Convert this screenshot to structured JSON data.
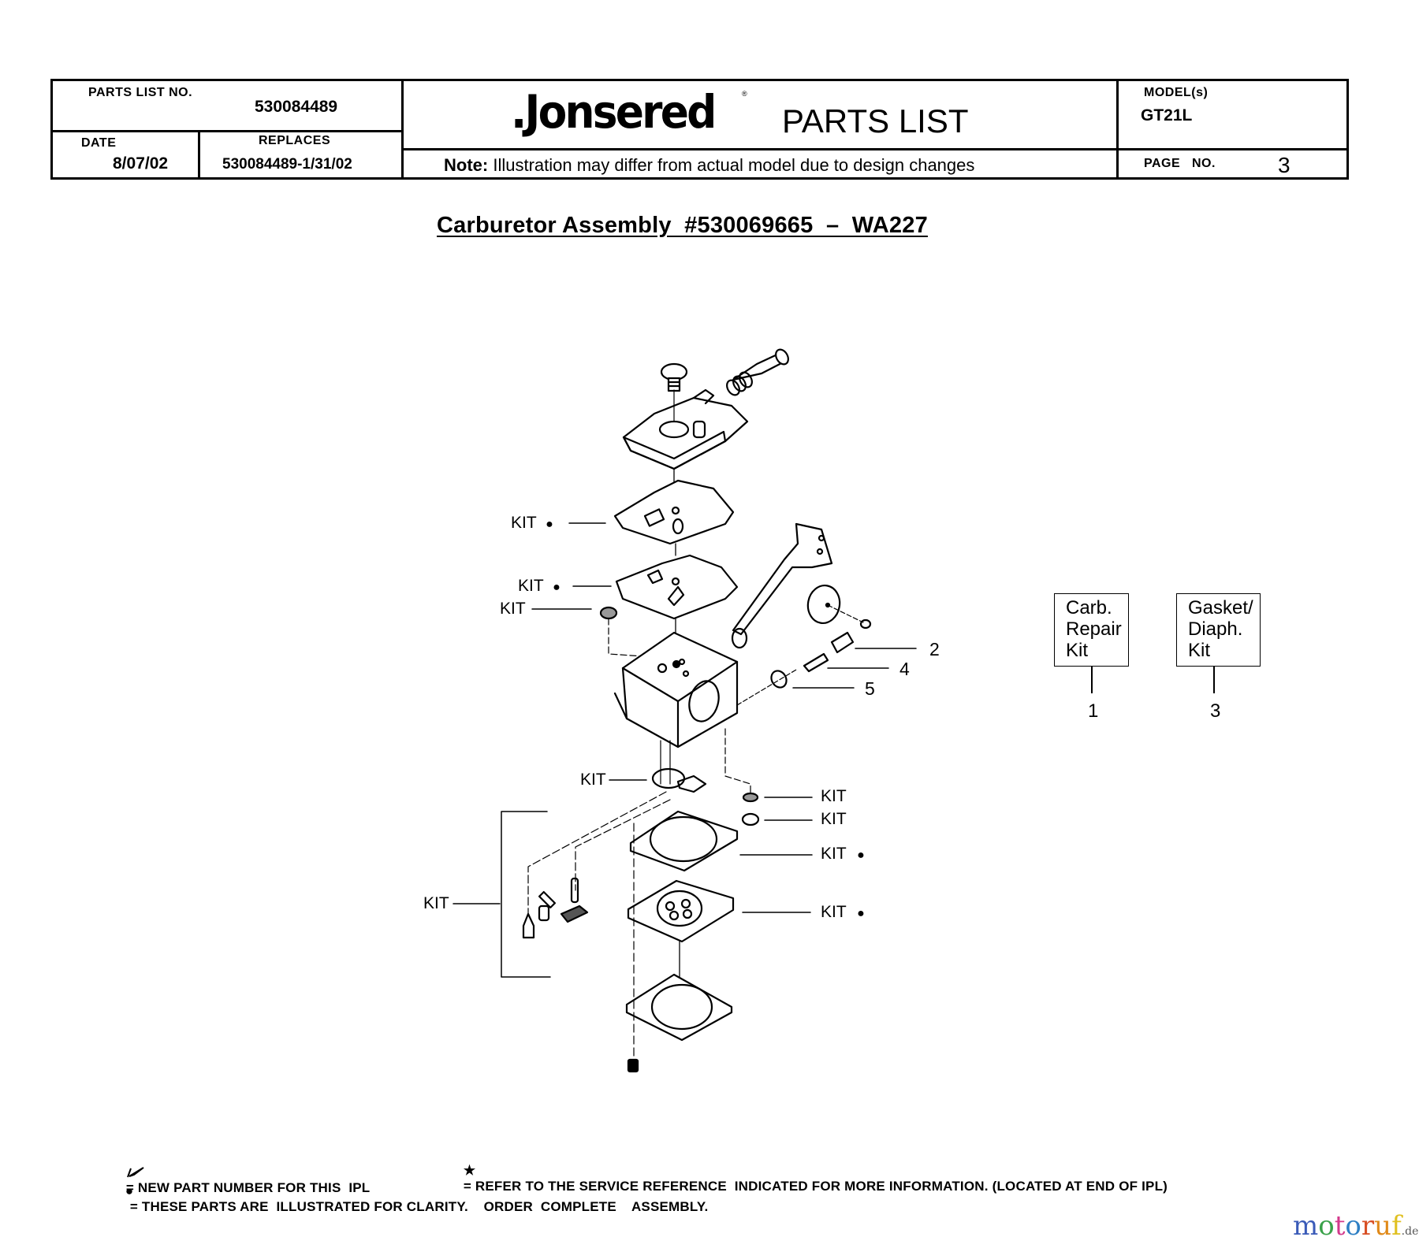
{
  "header": {
    "parts_list_no_label": "PARTS LIST NO.",
    "parts_list_no": "530084489",
    "date_label": "DATE",
    "date": "8/07/02",
    "replaces_label": "REPLACES",
    "replaces": "530084489-1/31/02",
    "brand_logo": ".Jonsered",
    "registered_mark": "®",
    "doc_title": "PARTS LIST",
    "note_label": "Note:",
    "note_text": "Illustration may differ from actual model due to design changes",
    "models_label": "MODEL(s)",
    "model": "GT21L",
    "page_no_label": "PAGE   NO.",
    "page_no": "3"
  },
  "section_title": "Carburetor Assembly  #530069665  –  WA227",
  "diagram": {
    "callouts_left": [
      {
        "label": "KIT",
        "dot": "●"
      },
      {
        "label": "KIT",
        "dot": "●"
      },
      {
        "label": "KIT",
        "dot": ""
      },
      {
        "label": "KIT",
        "dot": ""
      },
      {
        "label": "KIT",
        "dot": ""
      }
    ],
    "callouts_right": [
      {
        "label": "2"
      },
      {
        "label": "4"
      },
      {
        "label": "5"
      },
      {
        "label": "KIT",
        "dot": ""
      },
      {
        "label": "KIT",
        "dot": ""
      },
      {
        "label": "KIT",
        "dot": "●"
      },
      {
        "label": "KIT",
        "dot": "●"
      }
    ]
  },
  "kits": [
    {
      "name_lines": [
        "Carb.",
        "Repair",
        "Kit"
      ],
      "ref": "1"
    },
    {
      "name_lines": [
        "Gasket/",
        "Diaph.",
        "Kit"
      ],
      "ref": "3"
    }
  ],
  "legend": {
    "new_part_icon": "check-mark-icon",
    "new_part_text": "= NEW PART NUMBER FOR THIS  IPL",
    "star_icon": "★",
    "star_text": "= REFER TO THE SERVICE REFERENCE  INDICATED FOR MORE INFORMATION. (LOCATED AT END OF IPL)",
    "dot_icon": "●",
    "dot_text": "= THESE PARTS ARE  ILLUSTRATED FOR CLARITY.    ORDER  COMPLETE    ASSEMBLY."
  },
  "watermark": {
    "letters": [
      "m",
      "o",
      "t",
      "o",
      "r",
      "u",
      "f"
    ],
    "colors": [
      "#3a5bb8",
      "#3aa24a",
      "#d33a8c",
      "#2e7fc4",
      "#d84f24",
      "#e08a1a",
      "#e0c020"
    ],
    "suffix": ".de"
  }
}
